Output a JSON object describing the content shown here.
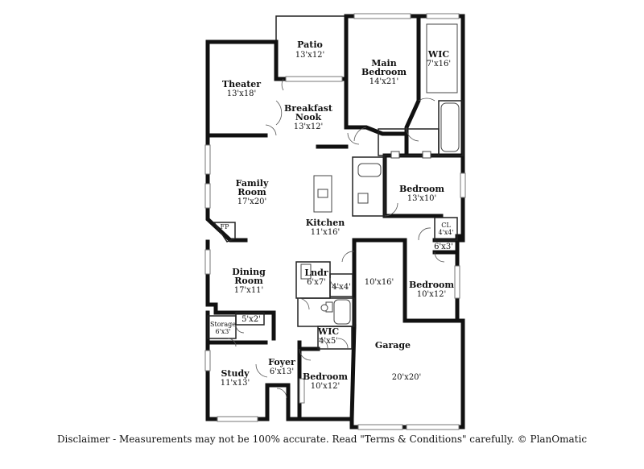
{
  "rooms": {
    "patio": {
      "name": "Patio",
      "dim": "13'x12'"
    },
    "main_bedroom": {
      "name1": "Main",
      "name2": "Bedroom",
      "dim": "14'x21'"
    },
    "wic_main": {
      "name": "WIC",
      "dim": "7'x16'"
    },
    "theater": {
      "name": "Theater",
      "dim": "13'x18'"
    },
    "breakfast_nook": {
      "name1": "Breakfast",
      "name2": "Nook",
      "dim": "13'x12'"
    },
    "family_room": {
      "name1": "Family",
      "name2": "Room",
      "dim": "17'x20'"
    },
    "fireplace": {
      "name": "FP"
    },
    "bedroom_2": {
      "name": "Bedroom",
      "dim": "13'x10'"
    },
    "kitchen": {
      "name": "Kitchen",
      "dim": "11'x16'"
    },
    "closet": {
      "name": "CL",
      "dim": "4'x4'"
    },
    "closet_6x3": {
      "dim": "6'x3'"
    },
    "dining_room": {
      "name1": "Dining",
      "name2": "Room",
      "dim": "17'x11'"
    },
    "laundry": {
      "name": "Lndr",
      "dim": "6'x7'"
    },
    "laundry_closet": {
      "dim": "4'x4'"
    },
    "garage_ext": {
      "dim": "10'x16'"
    },
    "bedroom_3": {
      "name": "Bedroom",
      "dim": "10'x12'"
    },
    "storage": {
      "name": "Storage",
      "dim": "6'x3'"
    },
    "closet_5x2": {
      "dim": "5'x2'"
    },
    "wic_small": {
      "name": "WIC",
      "dim": "4'x5'"
    },
    "garage": {
      "name": "Garage",
      "dim": "20'x20'"
    },
    "study": {
      "name": "Study",
      "dim": "11'x13'"
    },
    "foyer": {
      "name": "Foyer",
      "dim": "6'x13'"
    },
    "bedroom_4": {
      "name": "Bedroom",
      "dim": "10'x12'"
    }
  },
  "disclaimer": "Disclaimer - Measurements may not be 100% accurate. Read \"Terms & Conditions\" carefully. © PlanOmatic"
}
